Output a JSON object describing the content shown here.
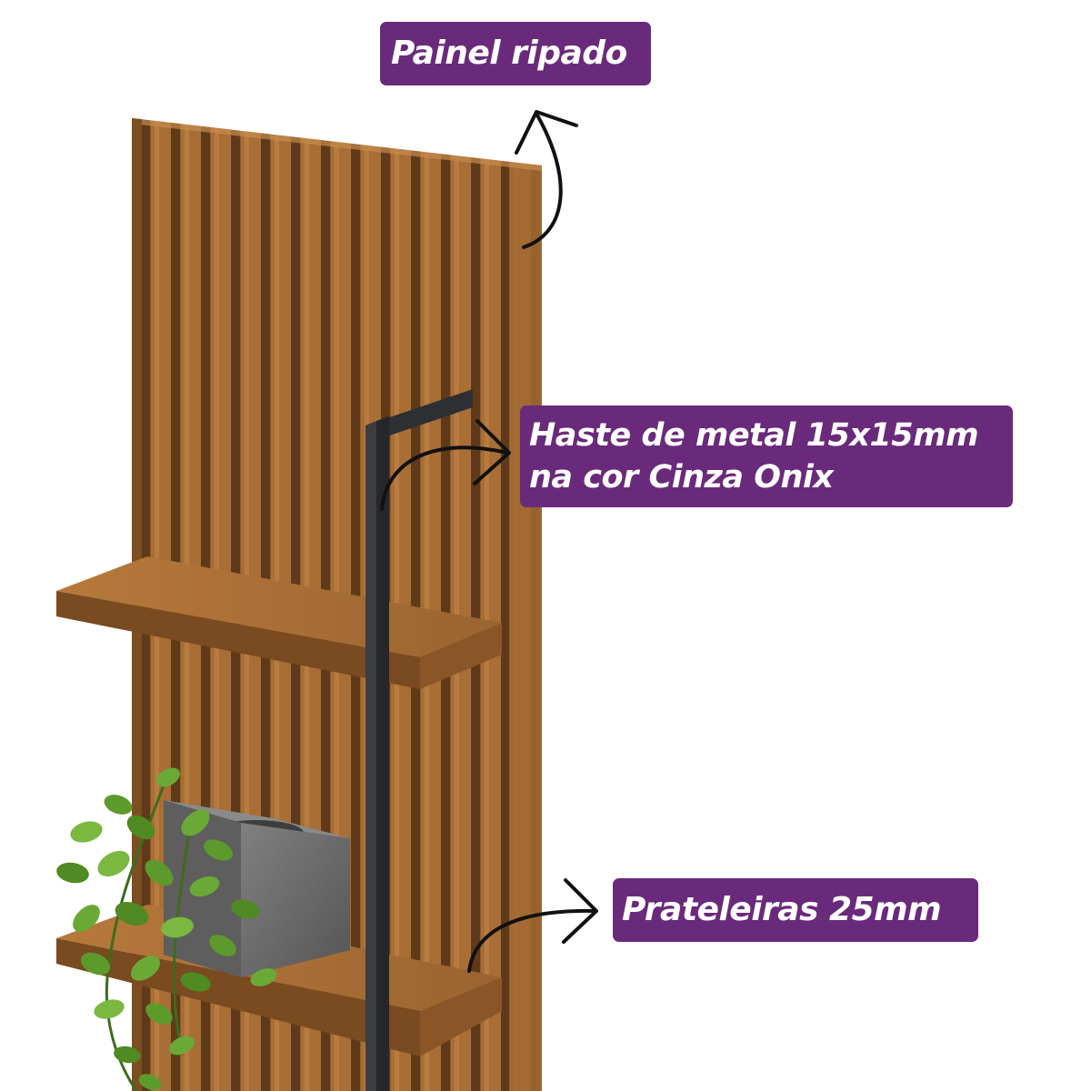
{
  "callouts": {
    "painel": "Painel ripado",
    "haste_line1": "Haste de metal 15x15mm",
    "haste_line2": "na cor Cinza Onix",
    "prateleiras": "Prateleiras 25mm"
  },
  "colors": {
    "callout_bg": "#6a2a7c",
    "callout_text": "#ffffff",
    "wood": "#9b6530",
    "wood_dark": "#6e4420",
    "metal": "#3c3d40",
    "arrow": "#111111",
    "concrete": "#6f6f6f",
    "leaf": "#5d9a2c"
  },
  "icons": [
    "curved-arrow-icon",
    "plant-icon"
  ]
}
